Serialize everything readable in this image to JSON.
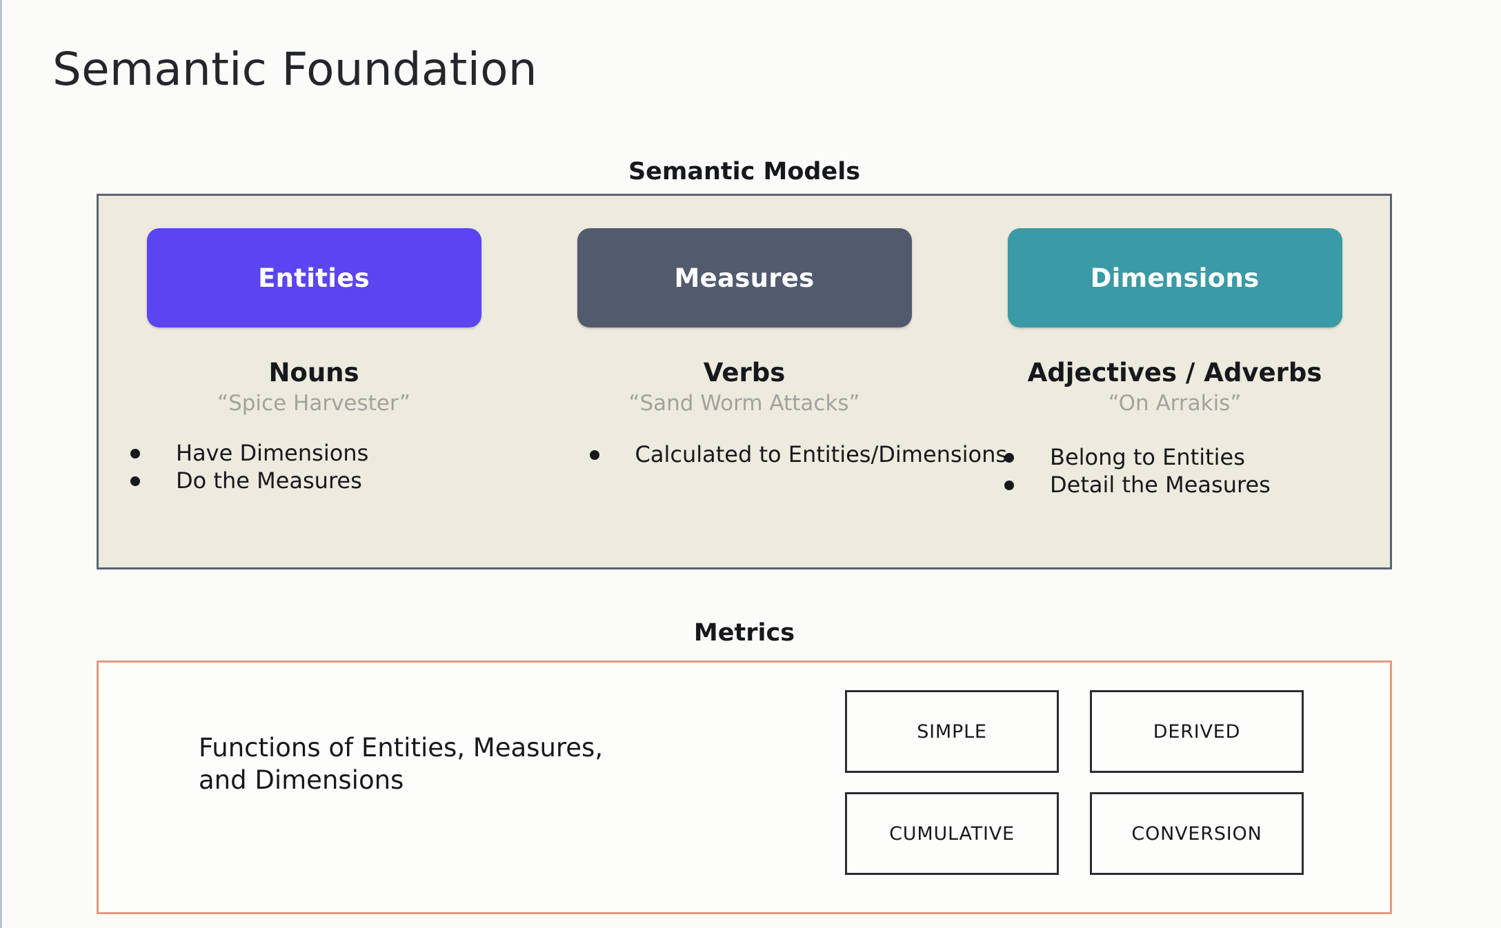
{
  "page": {
    "title": "Semantic Foundation",
    "background_color": "#fbfcfa",
    "edge_rule_color": "#b9c0dd"
  },
  "semantic_models": {
    "heading": "Semantic Models",
    "panel_background": "#edeade",
    "panel_border_color": "#5b6472",
    "columns": [
      {
        "chip_label": "Entities",
        "chip_color": "#5b45f0",
        "part_of_speech": "Nouns",
        "example": "“Spice Harvester”",
        "bullets": [
          "Have Dimensions",
          "Do the Measures"
        ]
      },
      {
        "chip_label": "Measures",
        "chip_color": "#525a6e",
        "part_of_speech": "Verbs",
        "example": "“Sand Worm Attacks”",
        "bullets": [
          "Calculated to Entities/Dimensions"
        ]
      },
      {
        "chip_label": "Dimensions",
        "chip_color": "#3a9aa5",
        "part_of_speech": "Adjectives / Adverbs",
        "example": "“On Arrakis”",
        "bullets": [
          "Belong to Entities",
          "Detail the Measures"
        ]
      }
    ]
  },
  "metrics": {
    "heading": "Metrics",
    "panel_border_color": "#e09b82",
    "description": "Functions of Entities, Measures, and Dimensions",
    "types": [
      "SIMPLE",
      "DERIVED",
      "CUMULATIVE",
      "CONVERSION"
    ]
  }
}
